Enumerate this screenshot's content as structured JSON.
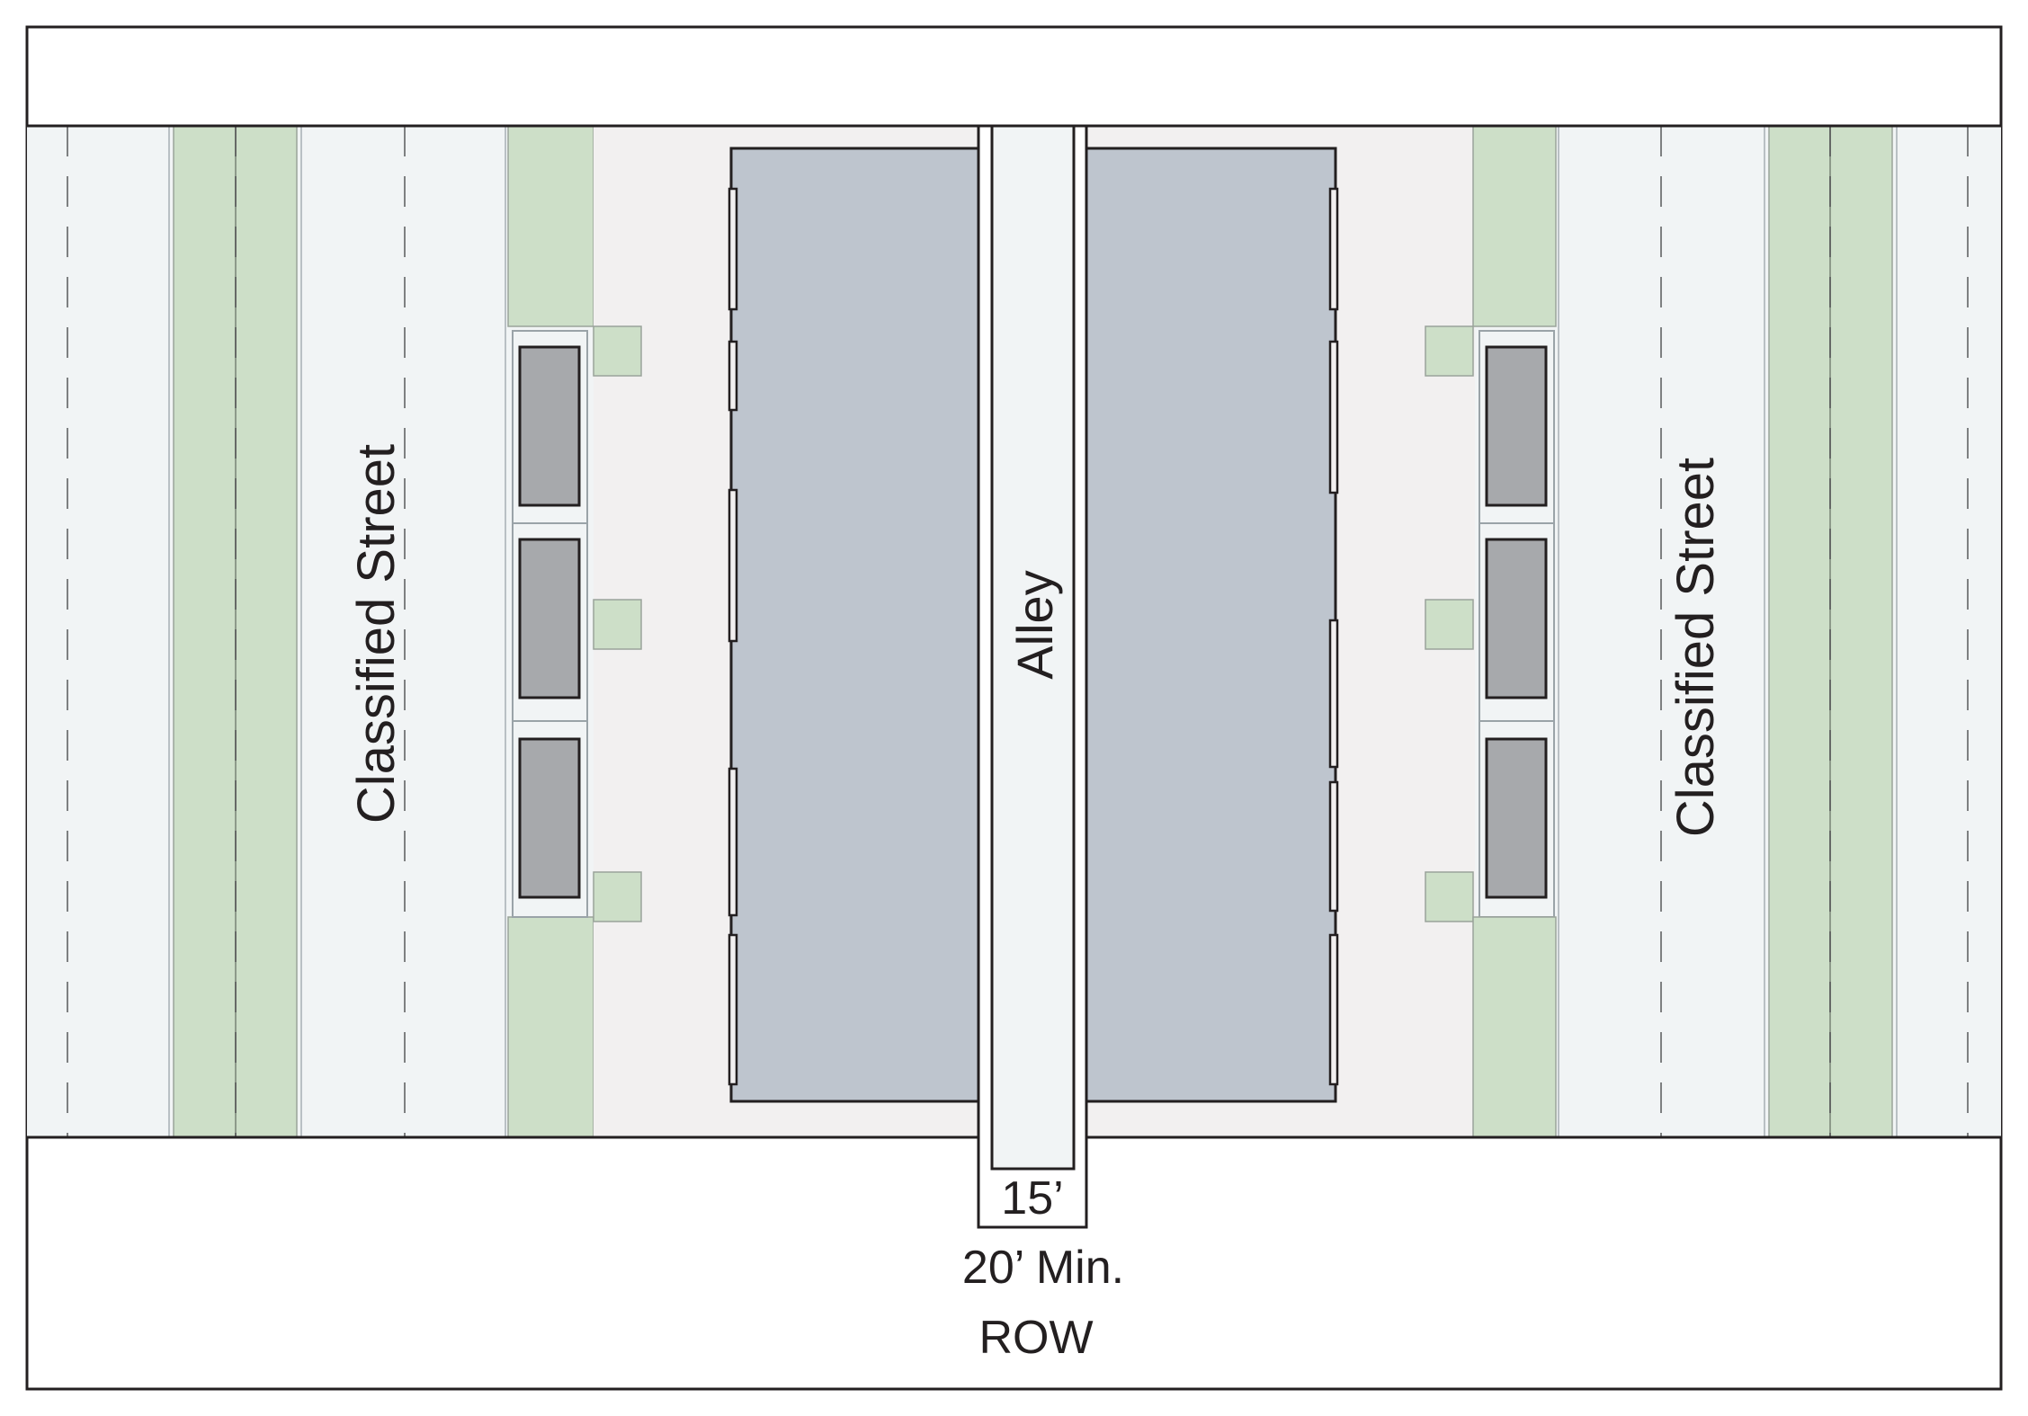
{
  "labels": {
    "street_left": "Classified Street",
    "street_right": "Classified Street",
    "alley": "Alley",
    "alley_width": "15’",
    "row_line1": "20’ Min.",
    "row_line2": "ROW"
  },
  "colors": {
    "pavement": "#f1f4f5",
    "planting": "#cddfc8",
    "lot": "#f2f0f0",
    "building": "#bec5ce",
    "parking": "#a7a9ac",
    "outline": "#231f20",
    "dash": "#58595b"
  }
}
